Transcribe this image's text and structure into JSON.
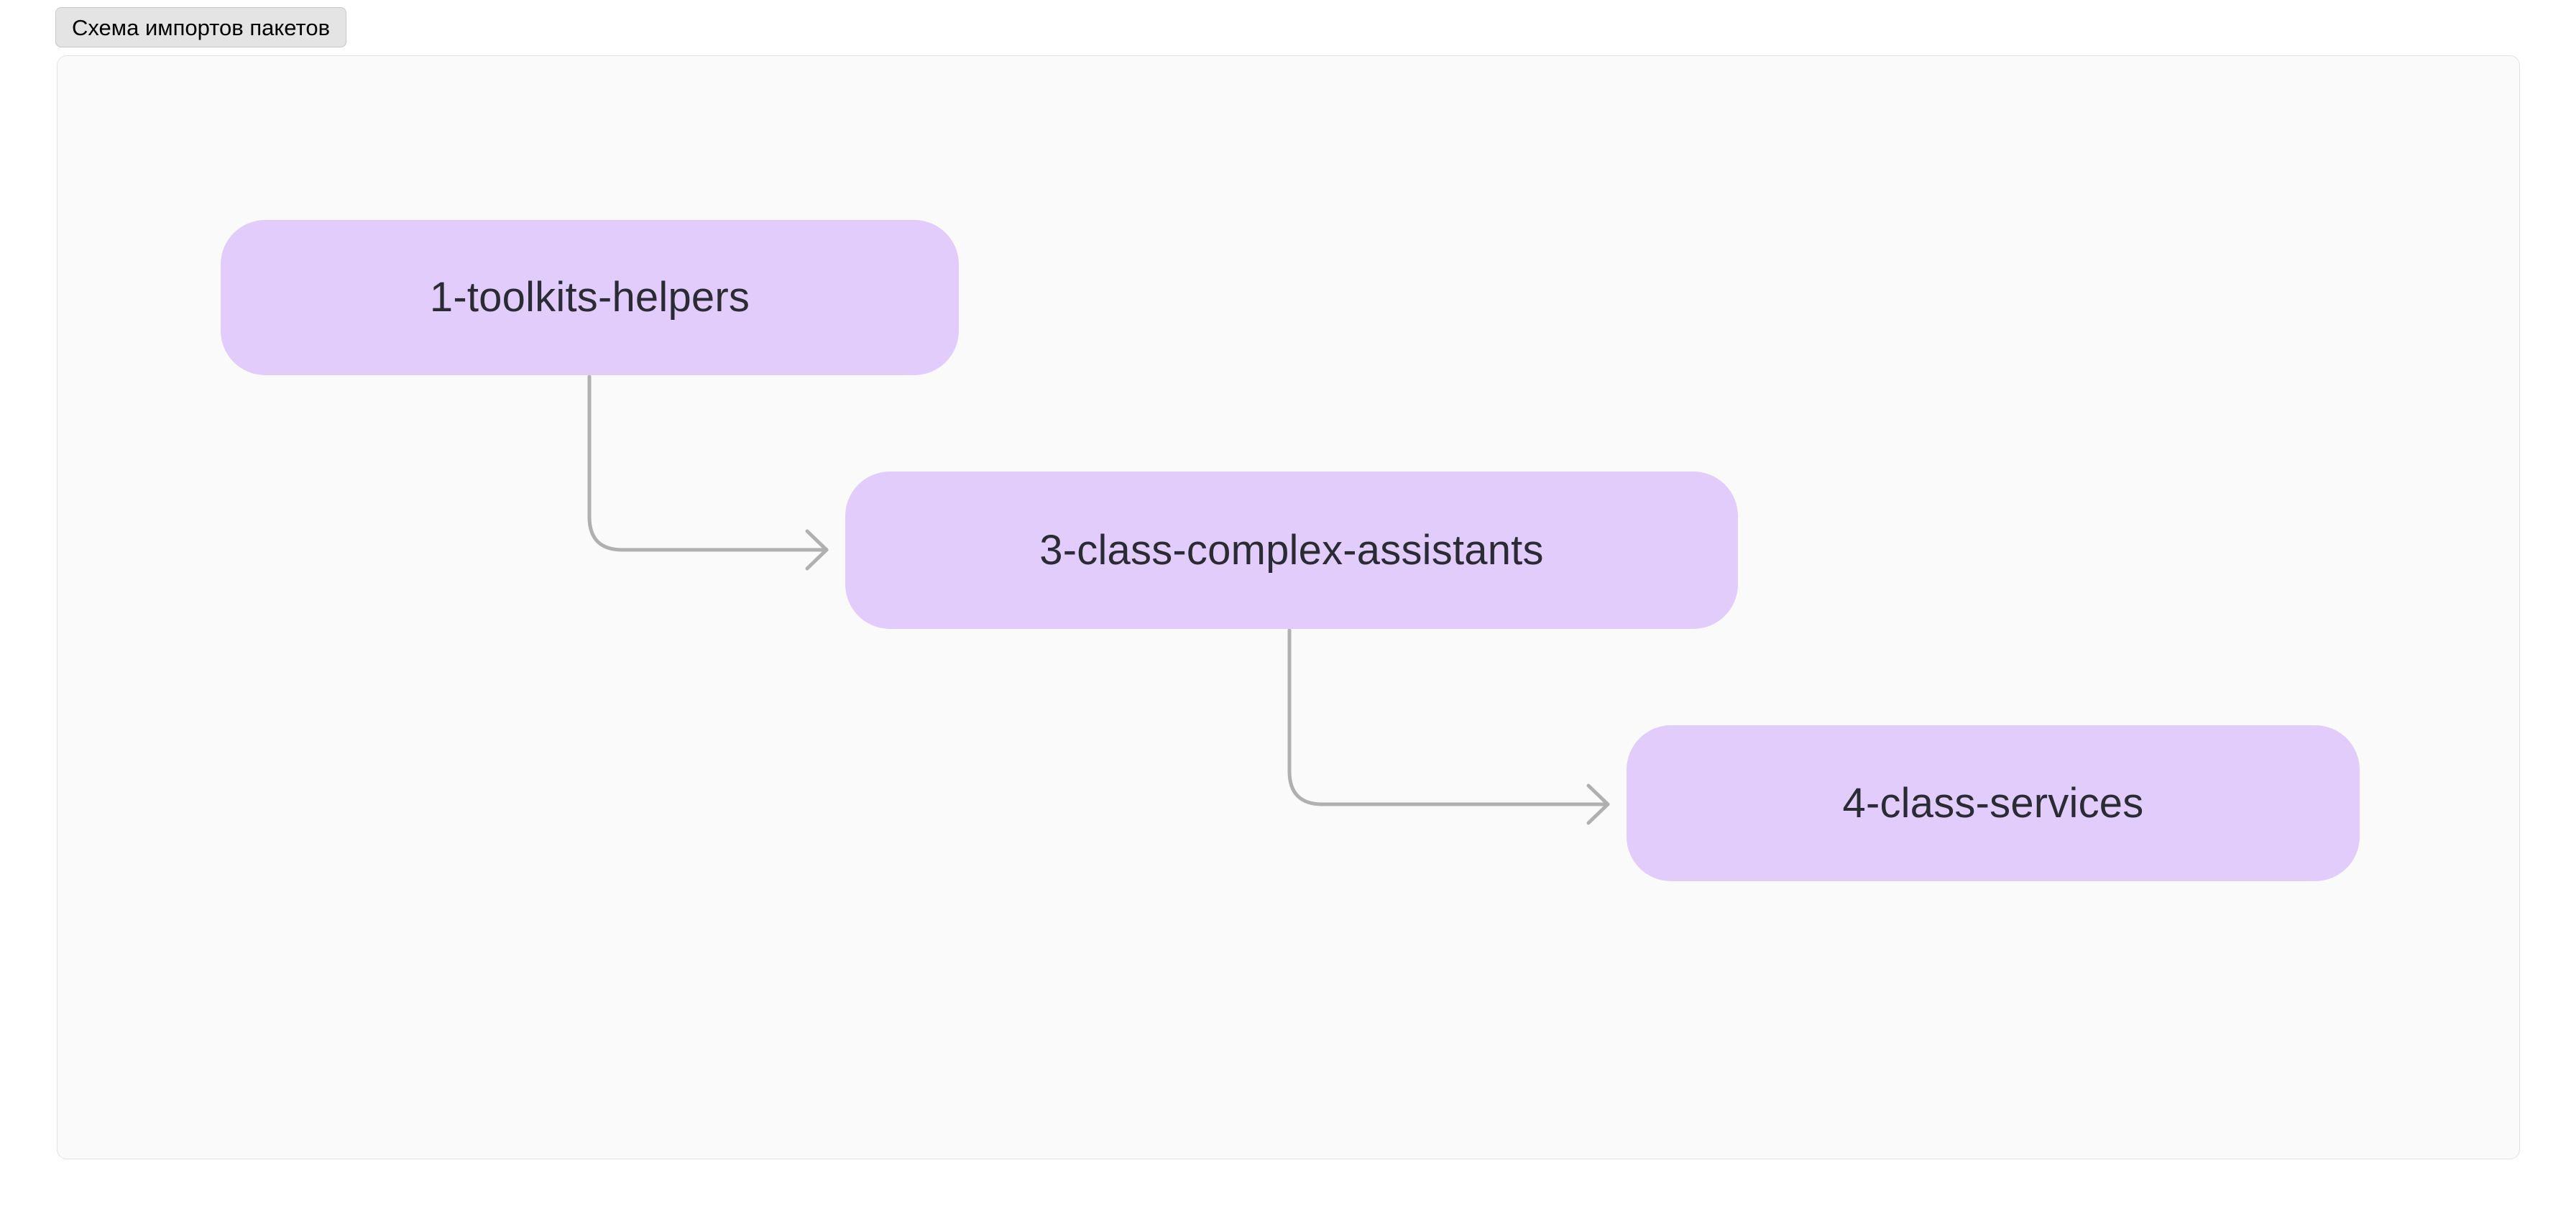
{
  "title": {
    "label": "Схема импортов пакетов"
  },
  "diagram": {
    "type": "flowchart",
    "direction": "left-to-right-cascade",
    "background_color": "#fafafa",
    "border_color": "#e2e2e2",
    "node_fill_color": "#e1ccfb",
    "node_text_color": "#2b2b33",
    "edge_color": "#b0b0b0",
    "nodes": [
      {
        "id": "toolkits-helpers",
        "label": "1-toolkits-helpers"
      },
      {
        "id": "class-complex-assistants",
        "label": "3-class-complex-assistants"
      },
      {
        "id": "class-services",
        "label": "4-class-services"
      }
    ],
    "edges": [
      {
        "from": "1-toolkits-helpers",
        "to": "3-class-complex-assistants",
        "arrow": "open-chevron",
        "style": "elbow"
      },
      {
        "from": "3-class-complex-assistants",
        "to": "4-class-services",
        "arrow": "open-chevron",
        "style": "elbow"
      }
    ]
  }
}
